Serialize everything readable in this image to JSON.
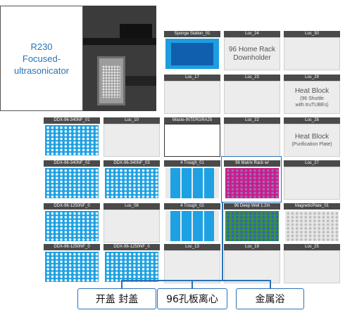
{
  "r230_panel": {
    "line1": "R230",
    "line2": "Focused-",
    "line3": "ultrasonicator"
  },
  "slots": {
    "sponge_station": {
      "label": "Sponge Station_01"
    },
    "loc_24": {
      "label": "Loc_24",
      "line1": "96 Home Rack",
      "line2": "Downholder"
    },
    "loc_30": {
      "label": "Loc_30"
    },
    "loc_17": {
      "label": "Loc_17"
    },
    "loc_23": {
      "label": "Loc_23"
    },
    "loc_29": {
      "label": "Loc_29",
      "line1": "Heat Block",
      "line2": "(96 Shuttle",
      "line3": "with truTUBEs)"
    },
    "ddx_340nf_01": {
      "label": "DDX-96-340NF_01"
    },
    "loc_10": {
      "label": "Loc_10"
    },
    "waste": {
      "label": "Waste-INTERGRA25"
    },
    "loc_22": {
      "label": "Loc_22"
    },
    "loc_28": {
      "label": "Loc_28",
      "line1": "Heat Block",
      "line2": "(Purification Plate)"
    },
    "ddx_340nf_02": {
      "label": "DDX-96-340NF_02"
    },
    "ddx_340nf_03": {
      "label": "DDX-96-340NF_03"
    },
    "trough_01": {
      "label": "4 Trough_01"
    },
    "matrix_rack": {
      "label": "96 Matrix Rack w/"
    },
    "loc_27": {
      "label": "Loc_27"
    },
    "ddx_1250nf_left": {
      "label": "DDX-96-1250NF_0"
    },
    "loc_08": {
      "label": "Loc_08"
    },
    "trough_02": {
      "label": "4 Trough_02"
    },
    "deep_well": {
      "label": "96 Deep Well 1.2m"
    },
    "magnetic_plate": {
      "label": "MagneticPlate_01"
    },
    "ddx_1250nf_bl": {
      "label": "DDX-96-1250NF_0"
    },
    "ddx_1250nf_br": {
      "label": "DDX-96-1250NF_0"
    },
    "loc_13": {
      "label": "Loc_13"
    },
    "loc_19": {
      "label": "Loc_19"
    },
    "loc_25": {
      "label": "Loc_25"
    }
  },
  "actions": {
    "open_close_lid": "开盖  封盖",
    "plate_centrifuge": "96孔板离心",
    "metal_bath": "金属浴"
  },
  "colors": {
    "accent": "#2a73b8",
    "tip_blue": "#1ea1e2",
    "header": "#4a4a4a",
    "matrix_magenta": "#cc1b88",
    "deepwell_green": "#3d8f3f"
  }
}
